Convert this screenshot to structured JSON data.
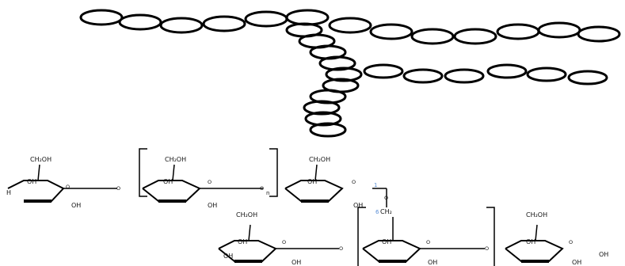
{
  "ring_labels": {
    "ch2oh": "CH₂OH",
    "oh": "OH",
    "ch2": "CH₂",
    "o": "O",
    "h": "H",
    "n": "n",
    "pos1": "1",
    "pos6": "6"
  }
}
